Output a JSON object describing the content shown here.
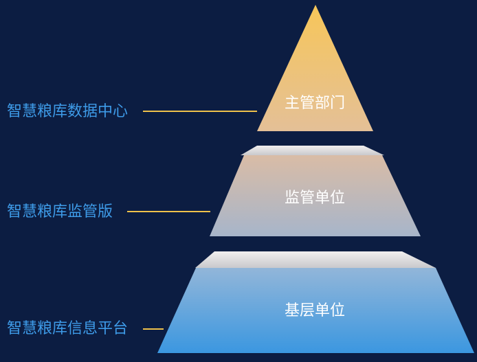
{
  "tiers": [
    {
      "label": "主管部门",
      "system": "智慧粮库数据中心"
    },
    {
      "label": "监管单位",
      "system": "智慧粮库监管版"
    },
    {
      "label": "基层单位",
      "system": "智慧粮库信息平台"
    }
  ],
  "colors": {
    "background": "#0c1d42",
    "side_label": "#3e9be8",
    "connector": "#f0c24b",
    "top_gold": "#f6c75d",
    "mid_tan": "#d6bba4",
    "mid_gray": "#a9b6c8",
    "base_light": "#8db6dd",
    "base_blue": "#3f9ae0"
  }
}
